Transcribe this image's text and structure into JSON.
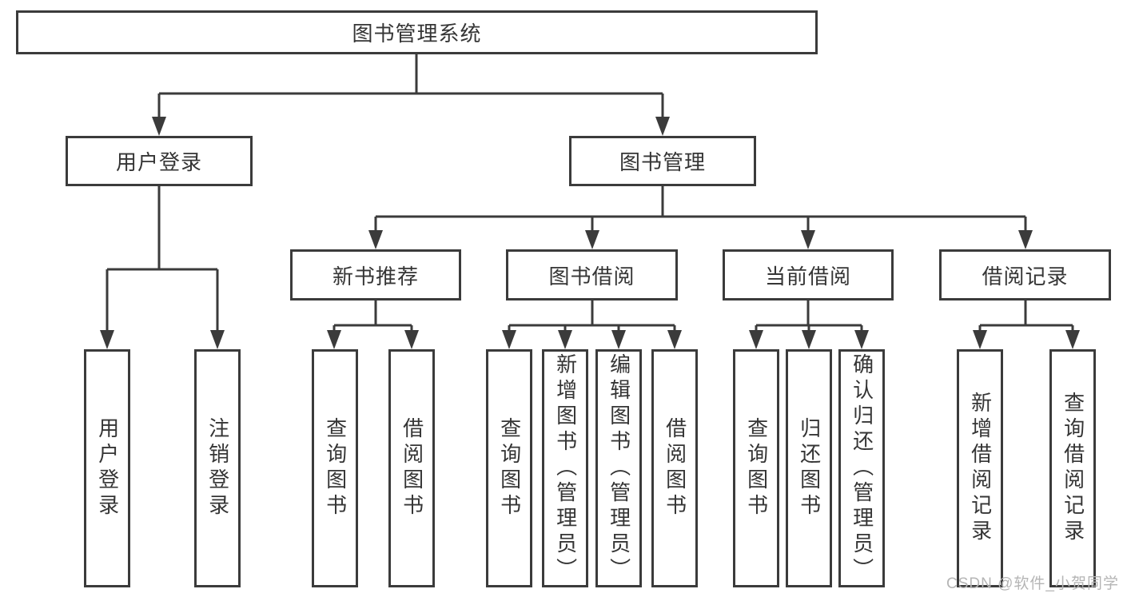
{
  "tree": {
    "label": "图书管理系统",
    "children": [
      {
        "label": "用户登录",
        "children": [
          {
            "label": "用户登录"
          },
          {
            "label": "注销登录"
          }
        ]
      },
      {
        "label": "图书管理",
        "children": [
          {
            "label": "新书推荐",
            "children": [
              {
                "label": "查询图书"
              },
              {
                "label": "借阅图书"
              }
            ]
          },
          {
            "label": "图书借阅",
            "children": [
              {
                "label": "查询图书"
              },
              {
                "label": "新增图书（管理员）"
              },
              {
                "label": "编辑图书（管理员）"
              },
              {
                "label": "借阅图书"
              }
            ]
          },
          {
            "label": "当前借阅",
            "children": [
              {
                "label": "查询图书"
              },
              {
                "label": "归还图书"
              },
              {
                "label": "确认归还（管理员）"
              }
            ]
          },
          {
            "label": "借阅记录",
            "children": [
              {
                "label": "新增借阅记录"
              },
              {
                "label": "查询借阅记录"
              }
            ]
          }
        ]
      }
    ]
  },
  "watermark": {
    "text": "CSDN @软件_小贺同学"
  },
  "colors": {
    "line": "#3b3b3b",
    "text": "#353535",
    "watermark": "#b5b5b5",
    "background": "#ffffff"
  }
}
